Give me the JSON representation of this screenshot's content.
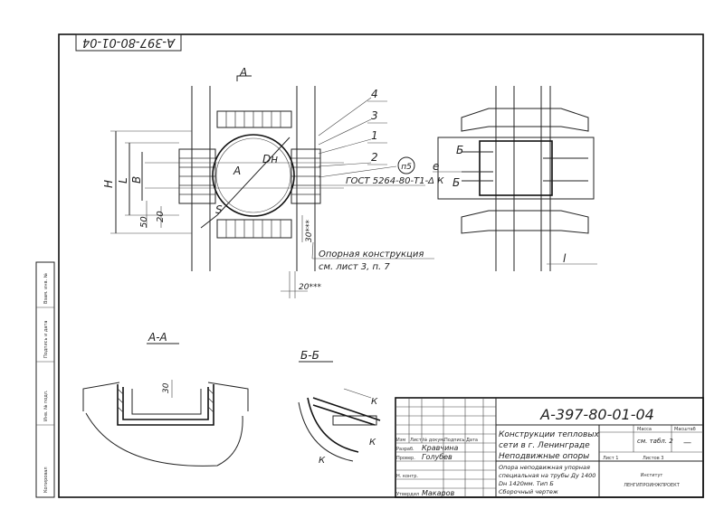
{
  "sheet_code_top": "А-397-80-01-04",
  "title_block": {
    "code": "А-397-80-01-04",
    "name_line1": "Конструкции тепловых",
    "name_line2": "сети в г. Ленинграде",
    "name_line3": "Неподвижные опоры",
    "desc_line1": "Опора неподвижная упорная",
    "desc_line2": "специальная на трубы Ду 1400",
    "desc_line3": "Dн 1420мм. Тип Б",
    "desc_line4": "Сборочный чертеж",
    "stage_header": "Масса",
    "scale_header": "Масштаб",
    "stage_value": "см. табл. 2",
    "scale_value": "—",
    "sheet_label": "Лист 1",
    "sheets_label": "Листов 3",
    "org_line1": "Институт",
    "org_line2": "ЛЕНГИПРОИНЖПРОЕКТ",
    "col_izm": "Изм",
    "col_list": "Лист",
    "col_doc": "№ докум.",
    "col_sign": "Подпись",
    "col_date": "Дата",
    "row_razrab": "Разраб.",
    "row_prov": "Провер.",
    "row_nkontr": "Н. контр.",
    "row_utv": "Утвердил",
    "name_razrab": "Кравчина",
    "name_prov": "Голубев",
    "name_utv": "Макаров"
  },
  "labels": {
    "section_a": "А",
    "section_a2": "А",
    "section_aa": "А-А",
    "section_bb": "Б-Б",
    "section_b1": "Б",
    "section_b2": "Б",
    "pos_4": "4",
    "pos_3": "3",
    "pos_1": "1",
    "pos_2": "2",
    "note_p5": "п5",
    "weld": "ГОСТ 5264-80-Т1-Δ К",
    "support_line1": "Опорная конструкция",
    "support_line2": "см. лист 3, п. 7",
    "dim_H": "H",
    "dim_L": "L",
    "dim_B": "B",
    "dim_Dn": "Dн",
    "dim_S": "S",
    "dim_50": "50",
    "dim_20": "20",
    "dim_30": "30***",
    "dim_20b": "20***",
    "dim_30s": "30",
    "dim_e": "е",
    "dim_l": "l",
    "dim_k1": "К",
    "dim_k2": "К",
    "dim_k3": "К"
  },
  "stamp_left": {
    "inv_orig": "Инв. № подл.",
    "sign_date": "Подпись и дата",
    "vzam": "Взам. инв. №",
    "copied": "Копировал"
  }
}
